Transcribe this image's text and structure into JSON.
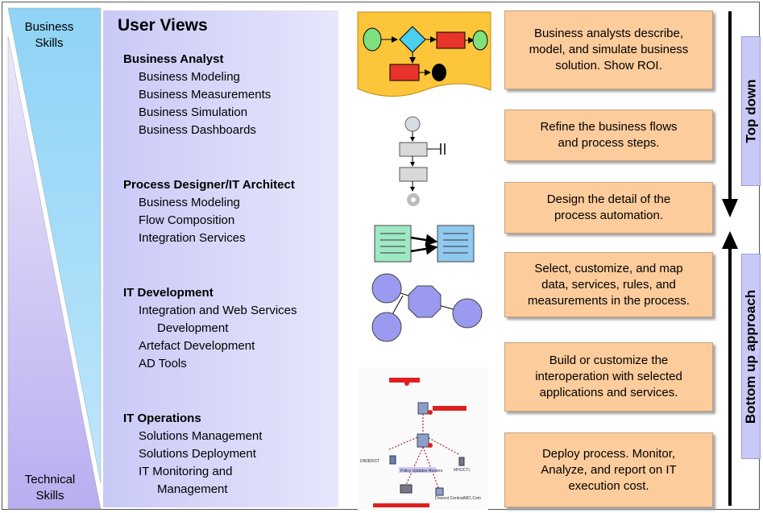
{
  "skills": {
    "top": "Business Skills",
    "bottom": "Technical Skills",
    "top_l1": "Business",
    "top_l2": "Skills",
    "bottom_l1": "Technical",
    "bottom_l2": "Skills"
  },
  "user_views": {
    "title": "User Views",
    "groups": [
      {
        "role": "Business Analyst",
        "items": [
          "Business Modeling",
          "Business Measurements",
          "Business Simulation",
          "Business Dashboards"
        ]
      },
      {
        "role": "Process Designer/IT Architect",
        "items": [
          "Business Modeling",
          "Flow Composition",
          "Integration Services"
        ]
      },
      {
        "role": "IT Development",
        "items": [
          "Integration and Web Services",
          "Development",
          "Artefact Development",
          "AD Tools"
        ]
      },
      {
        "role": "IT Operations",
        "items": [
          "Solutions Management",
          "Solutions Deployment",
          "IT Monitoring and",
          "Management"
        ]
      }
    ]
  },
  "steps": [
    {
      "lines": [
        "Business analysts describe,",
        "model, and simulate business",
        "solution. Show ROI."
      ]
    },
    {
      "lines": [
        "Refine the business flows",
        "and process steps."
      ]
    },
    {
      "lines": [
        "Design the detail of the",
        "process automation."
      ]
    },
    {
      "lines": [
        "Select, customize, and map",
        "data, services, rules, and",
        "measurements in the process."
      ]
    },
    {
      "lines": [
        "Build or customize the",
        "interoperation with selected",
        "applications and services."
      ]
    },
    {
      "lines": [
        "Deploy process. Monitor,",
        "Analyze, and report on IT",
        "execution cost."
      ]
    }
  ],
  "approaches": {
    "top": "Top down",
    "bottom": "Bottom up approach"
  },
  "deploy_figure_labels": [
    "Policy Updates Routers",
    "DB08DIST",
    "MHOCTL",
    "Dravest.CentralABC.Com"
  ],
  "colors": {
    "views_panel": "#c9c9f7",
    "skill_business": "#8fcdf3",
    "skill_technical": "#c2b6f0",
    "step_box": "#fdcc9c"
  }
}
